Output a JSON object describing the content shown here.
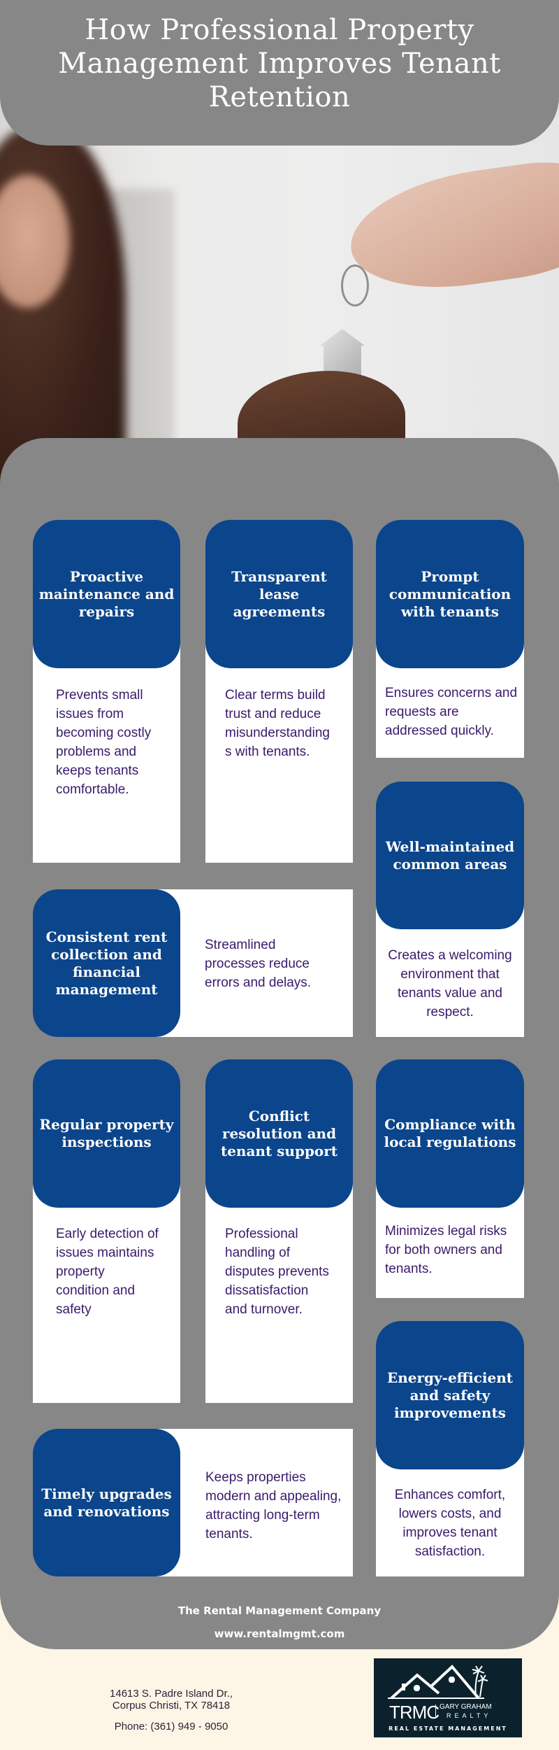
{
  "header": {
    "title": "How Professional Property Management Improves Tenant Retention"
  },
  "hero_image": {
    "description": "Hand passing a house-shaped keychain to another person, woman smiling in background"
  },
  "cards": [
    {
      "title": "Proactive maintenance and repairs",
      "description": "Prevents small issues from becoming costly problems and keeps tenants comfortable."
    },
    {
      "title": "Transparent lease agreements",
      "description": "Clear terms build trust and reduce misunderstandings with tenants."
    },
    {
      "title": "Prompt communication with tenants",
      "description": "Ensures concerns and requests are addressed quickly."
    },
    {
      "title": "Well-maintained common areas",
      "description": "Creates a welcoming environment that tenants value and respect."
    },
    {
      "title": "Consistent rent collection and financial management",
      "description": "Streamlined processes reduce errors and delays."
    },
    {
      "title": "Regular property inspections",
      "description": "Early detection of issues maintains property condition and safety"
    },
    {
      "title": "Conflict resolution and tenant support",
      "description": "Professional handling of disputes prevents dissatisfaction and turnover."
    },
    {
      "title": "Compliance with local regulations",
      "description": "Minimizes legal risks for both owners and tenants."
    },
    {
      "title": "Energy-efficient and safety improvements",
      "description": "Enhances comfort, lowers costs, and improves tenant satisfaction."
    },
    {
      "title": "Timely upgrades and renovations",
      "description": "Keeps properties modern and appealing, attracting long-term tenants."
    }
  ],
  "footer": {
    "company": "The Rental Management Company",
    "website": "www.rentalmgmt.com",
    "address_line1": "14613 S. Padre Island Dr.,",
    "address_line2": "Corpus Christi, TX 78418",
    "phone": "Phone: (361) 949 - 9050",
    "logo": {
      "trmc": "TRMC",
      "gary": "GARY GRAHAM",
      "realty": "REALTY",
      "tagline": "REAL ESTATE MANAGEMENT"
    }
  },
  "colors": {
    "panel_gray": "#878787",
    "card_blue": "#0b458b",
    "description_text": "#3a1a6b",
    "page_cream": "#fdf6e6",
    "logo_bg": "#0b222d"
  }
}
